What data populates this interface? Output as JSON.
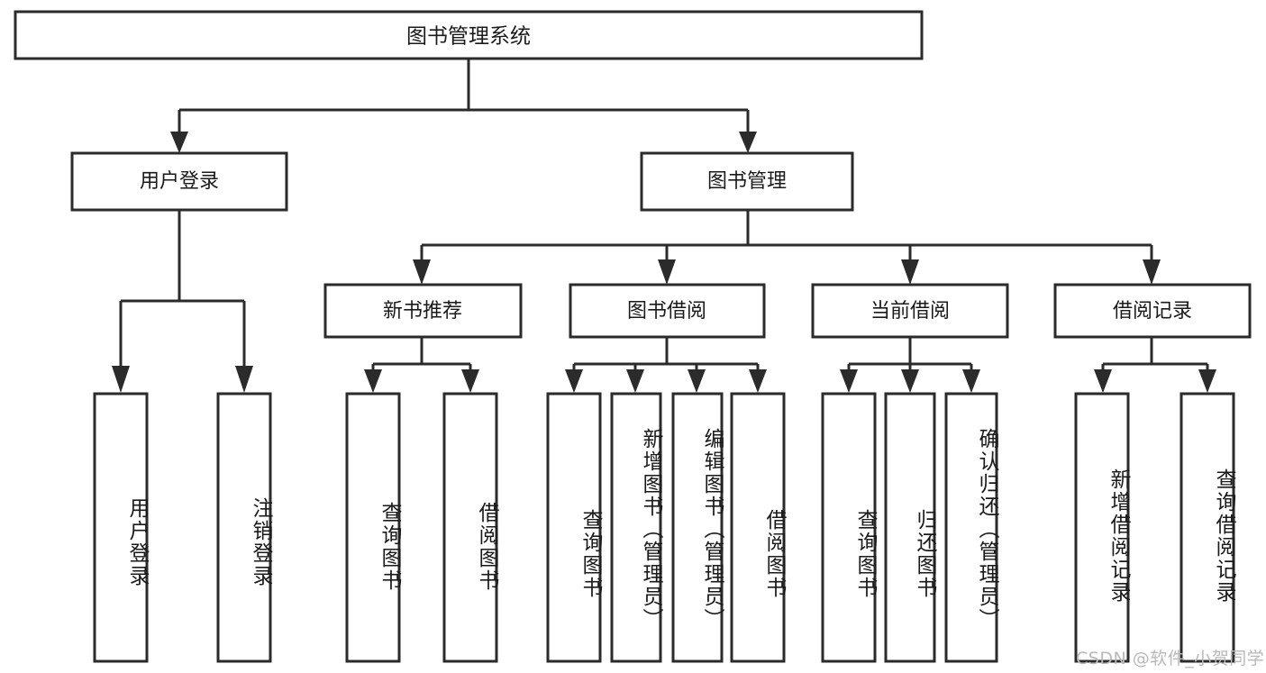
{
  "diagram": {
    "title": "图书管理系统",
    "type": "tree-hierarchy-chart",
    "colors": {
      "box_stroke": "#2b2b2b",
      "box_fill": "#ffffff",
      "text": "#1a1a1a",
      "background": "#ffffff",
      "watermark": "#b9b9b9"
    },
    "root": {
      "label": "图书管理系统"
    },
    "level2": [
      {
        "id": "user-login",
        "label": "用户登录"
      },
      {
        "id": "book-manage",
        "label": "图书管理"
      }
    ],
    "level3": [
      {
        "id": "new-book-recommend",
        "label": "新书推荐"
      },
      {
        "id": "book-borrow",
        "label": "图书借阅"
      },
      {
        "id": "current-borrow",
        "label": "当前借阅"
      },
      {
        "id": "borrow-record",
        "label": "借阅记录"
      }
    ],
    "leaves": {
      "user-login": [
        {
          "id": "leaf-user-login",
          "label": "用户登录"
        },
        {
          "id": "leaf-user-logout",
          "label": "注销登录"
        }
      ],
      "new-book-recommend": [
        {
          "id": "leaf-query-book-1",
          "label": "查询图书"
        },
        {
          "id": "leaf-borrow-book-1",
          "label": "借阅图书"
        }
      ],
      "book-borrow": [
        {
          "id": "leaf-query-book-2",
          "label": "查询图书"
        },
        {
          "id": "leaf-add-book",
          "label": "新增图书（管理员）"
        },
        {
          "id": "leaf-edit-book",
          "label": "编辑图书（管理员）"
        },
        {
          "id": "leaf-borrow-book-2",
          "label": "借阅图书"
        }
      ],
      "current-borrow": [
        {
          "id": "leaf-query-book-3",
          "label": "查询图书"
        },
        {
          "id": "leaf-return-book",
          "label": "归还图书"
        },
        {
          "id": "leaf-confirm-return",
          "label": "确认归还（管理员）"
        }
      ],
      "borrow-record": [
        {
          "id": "leaf-add-record",
          "label": "新增借阅记录"
        },
        {
          "id": "leaf-query-record",
          "label": "查询借阅记录"
        }
      ]
    },
    "watermark": "CSDN @软件_小贺同学"
  }
}
